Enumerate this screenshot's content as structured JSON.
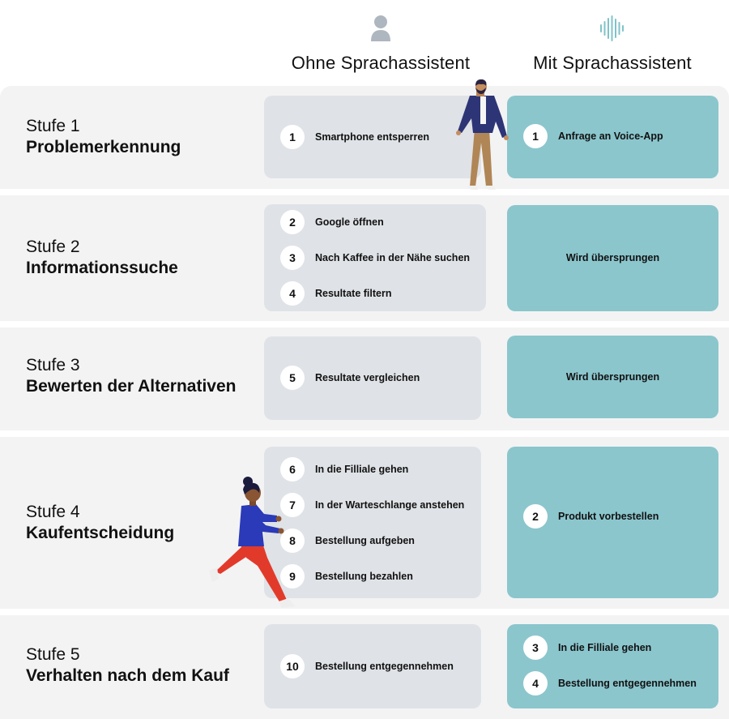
{
  "columns": {
    "without": {
      "title": "Ohne Sprachassistent",
      "icon": "person-icon"
    },
    "with": {
      "title": "Mit Sprachassistent",
      "icon": "soundwave-icon"
    }
  },
  "colors": {
    "row_bg": "#f3f3f4",
    "card_without": "#dfe2e6",
    "card_with": "#8bc6cd"
  },
  "stages": [
    {
      "label": "Stufe 1",
      "name": "Problemerkennung",
      "without": [
        {
          "num": "1",
          "text": "Smartphone entsperren"
        }
      ],
      "with": [
        {
          "num": "1",
          "text": "Anfrage an Voice-App"
        }
      ]
    },
    {
      "label": "Stufe 2",
      "name": "Informationssuche",
      "without": [
        {
          "num": "2",
          "text": "Google öffnen"
        },
        {
          "num": "3",
          "text": "Nach Kaffee in der Nähe suchen"
        },
        {
          "num": "4",
          "text": "Resultate filtern"
        }
      ],
      "with_skipped": "Wird übersprungen"
    },
    {
      "label": "Stufe 3",
      "name": "Bewerten der Alternativen",
      "without": [
        {
          "num": "5",
          "text": "Resultate vergleichen"
        }
      ],
      "with_skipped": "Wird übersprungen"
    },
    {
      "label": "Stufe 4",
      "name": "Kaufentscheidung",
      "without": [
        {
          "num": "6",
          "text": "In die Filliale gehen"
        },
        {
          "num": "7",
          "text": "In der Warteschlange anstehen"
        },
        {
          "num": "8",
          "text": "Bestellung aufgeben"
        },
        {
          "num": "9",
          "text": "Bestellung bezahlen"
        }
      ],
      "with": [
        {
          "num": "2",
          "text": "Produkt vorbestellen"
        }
      ]
    },
    {
      "label": "Stufe 5",
      "name": "Verhalten nach dem Kauf",
      "without": [
        {
          "num": "10",
          "text": "Bestellung entgegennehmen"
        }
      ],
      "with": [
        {
          "num": "3",
          "text": "In die Filliale gehen"
        },
        {
          "num": "4",
          "text": "Bestellung entgegennehmen"
        }
      ]
    }
  ],
  "illustrations": [
    "walking-man-illustration",
    "running-woman-illustration"
  ]
}
